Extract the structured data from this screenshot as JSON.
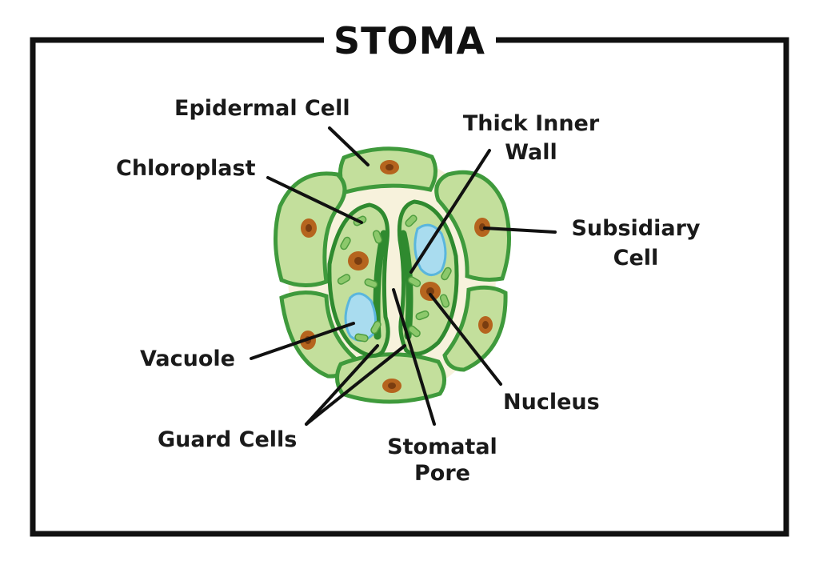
{
  "title": "STOMA",
  "labels": {
    "epidermal_cell": "Epidermal Cell",
    "chloroplast": "Chloroplast",
    "thick_inner_wall_line1": "Thick Inner",
    "thick_inner_wall_line2": "Wall",
    "subsidiary_cell_line1": "Subsidiary",
    "subsidiary_cell_line2": "Cell",
    "vacuole": "Vacuole",
    "nucleus": "Nucleus",
    "guard_cells": "Guard Cells",
    "stomatal_pore_line1": "Stomatal",
    "stomatal_pore_line2": "Pore"
  },
  "colors": {
    "frame": "#111111",
    "cell_fill": "#c3df9c",
    "cell_outline": "#3f9a3c",
    "guard_outline": "#2f8a2f",
    "chloroplast": "#8cc86b",
    "nucleus": "#b5641e",
    "nucleus_core": "#7a3d10",
    "vacuole": "#a9dcef",
    "vacuole_outline": "#5ab6dd",
    "background_cytoplasm": "#f7f2dc"
  }
}
